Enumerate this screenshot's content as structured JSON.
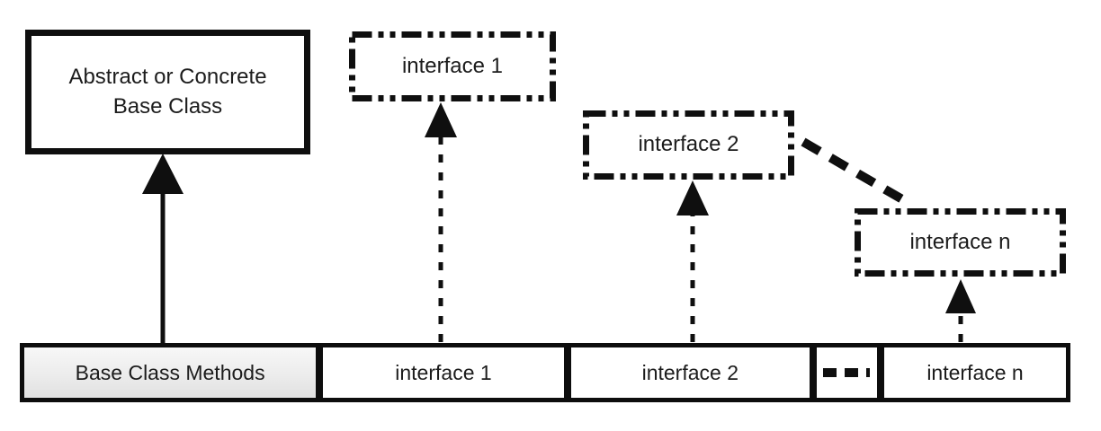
{
  "colors": {
    "stroke": "#0f0f0f",
    "background": "#ffffff",
    "methods_cell_fill": "#ececec"
  },
  "boxes": {
    "base_class": {
      "line1": "Abstract or Concrete",
      "line2": "Base Class"
    },
    "interfaces": [
      {
        "label": "interface 1"
      },
      {
        "label": "interface 2"
      },
      {
        "label": "interface n"
      }
    ]
  },
  "bottom_bar": {
    "cells": [
      {
        "label": "Base Class Methods"
      },
      {
        "label": "interface 1"
      },
      {
        "label": "interface 2"
      },
      {
        "label": "",
        "icon": "ellipsis-dashes"
      },
      {
        "label": "interface n"
      }
    ]
  }
}
